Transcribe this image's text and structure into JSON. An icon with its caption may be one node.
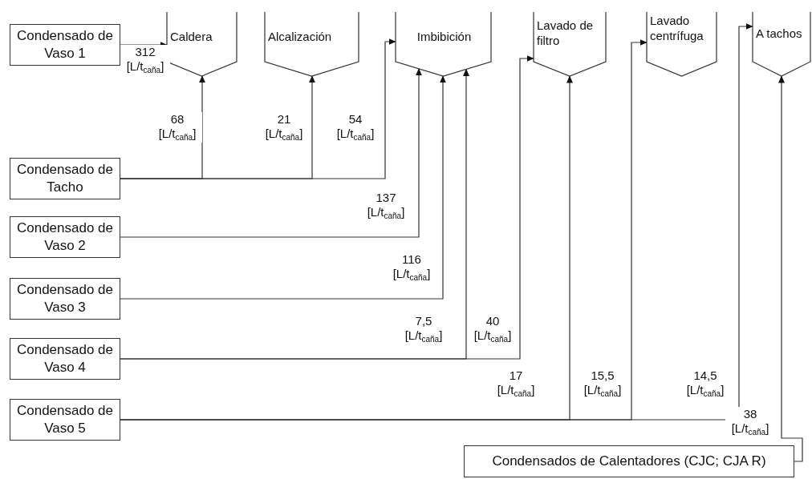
{
  "diagram": {
    "nodes": [
      {
        "text": [
          "Condensado de Vaso 1"
        ]
      },
      {
        "text": [
          "Caldera"
        ]
      },
      {
        "text": [
          "Alcalización"
        ]
      },
      {
        "text": [
          "Imbibición"
        ]
      },
      {
        "text": [
          "Lavado de filtro"
        ]
      },
      {
        "text": [
          "Lavado centrífuga"
        ]
      },
      {
        "text": [
          "A tachos"
        ]
      },
      {
        "text": [
          "Condensado de Tacho"
        ]
      },
      {
        "text": [
          "Condensado de Vaso 2"
        ]
      },
      {
        "text": [
          "Condensado de Vaso 3"
        ]
      },
      {
        "text": [
          "Condensado de Vaso 4"
        ]
      },
      {
        "text": [
          "Condensado de Vaso 5"
        ]
      },
      {
        "text": [
          "Condensados de Calentadores (CJC; CJA R)"
        ]
      }
    ],
    "edges": [
      {
        "from": 0,
        "to": 1,
        "arrow": "to",
        "label": "312 [L/t$_{caña}$]"
      },
      {
        "from": 7,
        "to": 1,
        "arrow": "to",
        "label": "68 [L/t$_{caña}$]"
      },
      {
        "from": 7,
        "to": 2,
        "arrow": "to",
        "label": "21 [L/t$_{caña}$]"
      },
      {
        "from": 7,
        "to": 3,
        "arrow": "to",
        "label": "54 [L/t$_{caña}$]"
      },
      {
        "from": 8,
        "to": 3,
        "arrow": "to",
        "label": "137 [L/t$_{caña}$]"
      },
      {
        "from": 9,
        "to": 3,
        "arrow": "to",
        "label": "116 [L/t$_{caña}$]"
      },
      {
        "from": 10,
        "to": 3,
        "arrow": "to",
        "label": "7,5 [L/t$_{caña}$]"
      },
      {
        "from": 10,
        "to": 4,
        "arrow": "to",
        "label": "40 [L/t$_{caña}$]"
      },
      {
        "from": 11,
        "to": 4,
        "arrow": "to",
        "label": "17 [L/t$_{caña}$]"
      },
      {
        "from": 11,
        "to": 5,
        "arrow": "to",
        "label": "15,5 [L/t$_{caña}$]"
      },
      {
        "from": 11,
        "to": 6,
        "arrow": "to",
        "label": "14,5 [L/t$_{caña}$]"
      },
      {
        "from": 12,
        "to": 6,
        "arrow": "to",
        "label": "38 [L/t$_{caña}$]"
      }
    ]
  }
}
